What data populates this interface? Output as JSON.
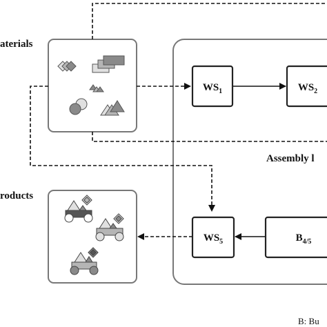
{
  "labels": {
    "raw_materials": "aterials",
    "products": "roducts",
    "assembly_line": "Assembly l",
    "footnote": "B: Bu"
  },
  "nodes": {
    "ws1": {
      "main": "WS",
      "sub": "1"
    },
    "ws2": {
      "main": "WS",
      "sub": "2"
    },
    "ws5": {
      "main": "WS",
      "sub": "5"
    },
    "buffer": {
      "main": "B",
      "sub": "4/5"
    }
  },
  "colors": {
    "box_stroke": "#222222",
    "panel_stroke": "#777777",
    "shape_dark": "#8a8a8a",
    "shape_mid": "#b5b5b5",
    "shape_light": "#e0e0e0"
  },
  "icons": {
    "material_shapes": "parts-cluster-icon",
    "product_items": "assembled-product-icon"
  }
}
